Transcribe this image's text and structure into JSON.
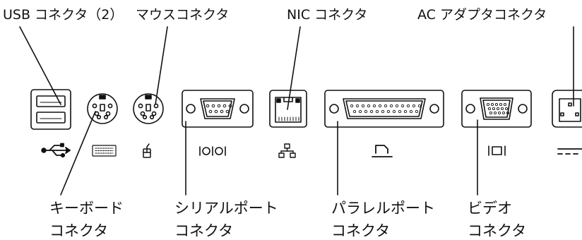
{
  "labels": {
    "usb": "USB コネクタ（2）",
    "mouse": "マウスコネクタ",
    "nic": "NIC コネクタ",
    "ac": "AC アダプタコネクタ",
    "keyboard_line1": "キーボード",
    "keyboard_line2": "コネクタ",
    "serial_line1": "シリアルポート",
    "serial_line2": "コネクタ",
    "parallel_line1": "パラレルポート",
    "parallel_line2": "コネクタ",
    "video_line1": "ビデオ",
    "video_line2": "コネクタ"
  },
  "icons": {
    "usb": "usb-symbol-icon",
    "keyboard": "keyboard-icon",
    "mouse": "mouse-icon",
    "serial": "serial-port-icon",
    "network": "network-icon",
    "parallel": "printer-icon",
    "video": "monitor-icon",
    "dc": "dc-power-icon"
  },
  "colors": {
    "ink": "#111111",
    "port_fill": "#ffffff"
  }
}
